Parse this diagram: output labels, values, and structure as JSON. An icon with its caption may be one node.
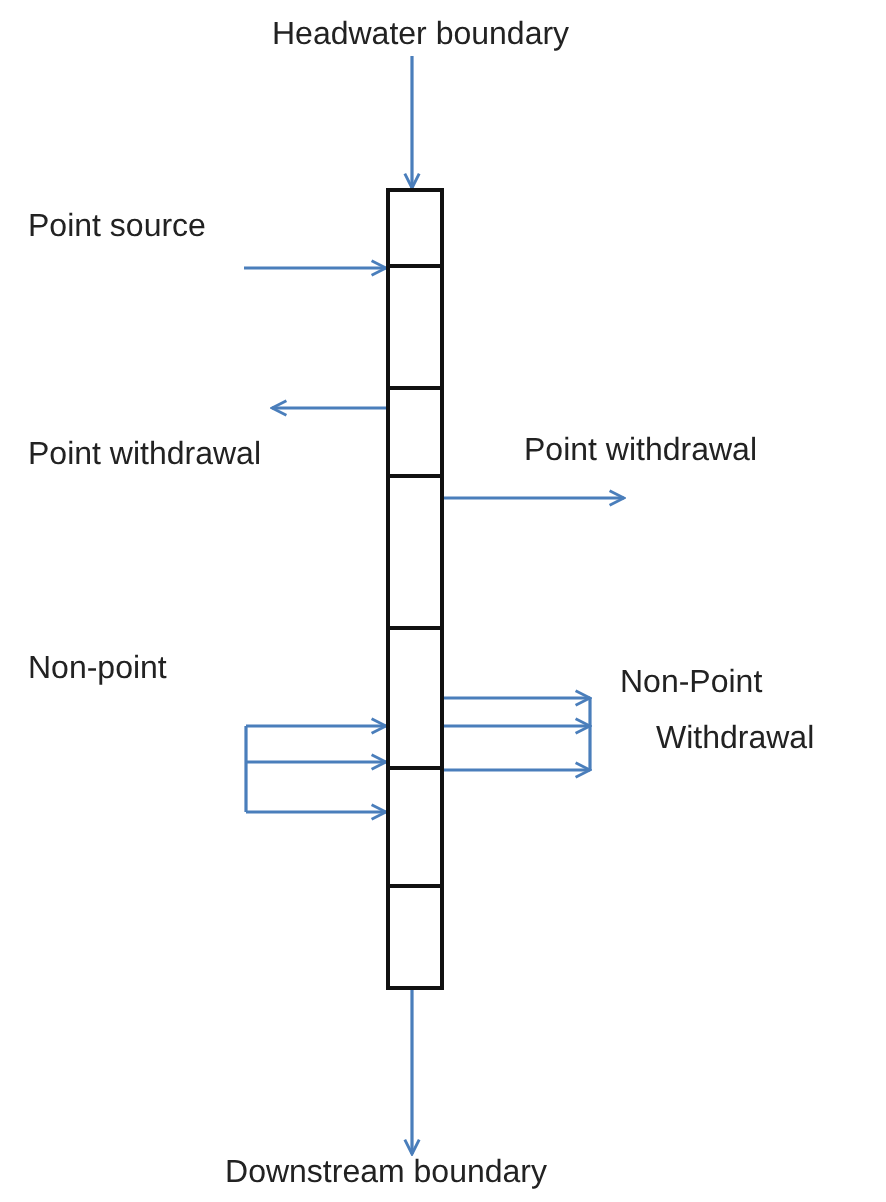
{
  "diagram": {
    "nodes": [
      {
        "text": [
          "Headwater boundary"
        ]
      },
      {
        "text": [],
        "shape": "box"
      },
      {
        "text": [],
        "shape": "box"
      },
      {
        "text": [],
        "shape": "box"
      },
      {
        "text": [],
        "shape": "box"
      },
      {
        "text": [],
        "shape": "box"
      },
      {
        "text": [],
        "shape": "box"
      },
      {
        "text": [],
        "shape": "box"
      },
      {
        "text": [
          "Point withdrawal"
        ]
      },
      {
        "text": [
          "Non-Point Withdrawal"
        ]
      },
      {
        "text": [
          "Downstream boundary"
        ]
      }
    ],
    "edges": [
      {
        "from": 0,
        "to": 1,
        "arrow": "to"
      },
      {
        "from": null,
        "to": 2,
        "arrow": "to"
      },
      {
        "from": 3,
        "to": 8,
        "arrow": "to"
      },
      {
        "from": 4,
        "to": null,
        "arrow": "to"
      },
      {
        "from": null,
        "to": 5,
        "arrow": "to"
      },
      {
        "from": null,
        "to": 5,
        "arrow": "to"
      },
      {
        "from": null,
        "to": 6,
        "arrow": "to"
      },
      {
        "from": 5,
        "to": 9,
        "arrow": "to"
      },
      {
        "from": 5,
        "to": 9,
        "arrow": "to"
      },
      {
        "from": 6,
        "to": 9,
        "arrow": "to"
      },
      {
        "from": 7,
        "to": 10,
        "arrow": "to"
      }
    ],
    "labels": [
      "Point source",
      "Point withdrawal",
      "Non-point"
    ]
  }
}
